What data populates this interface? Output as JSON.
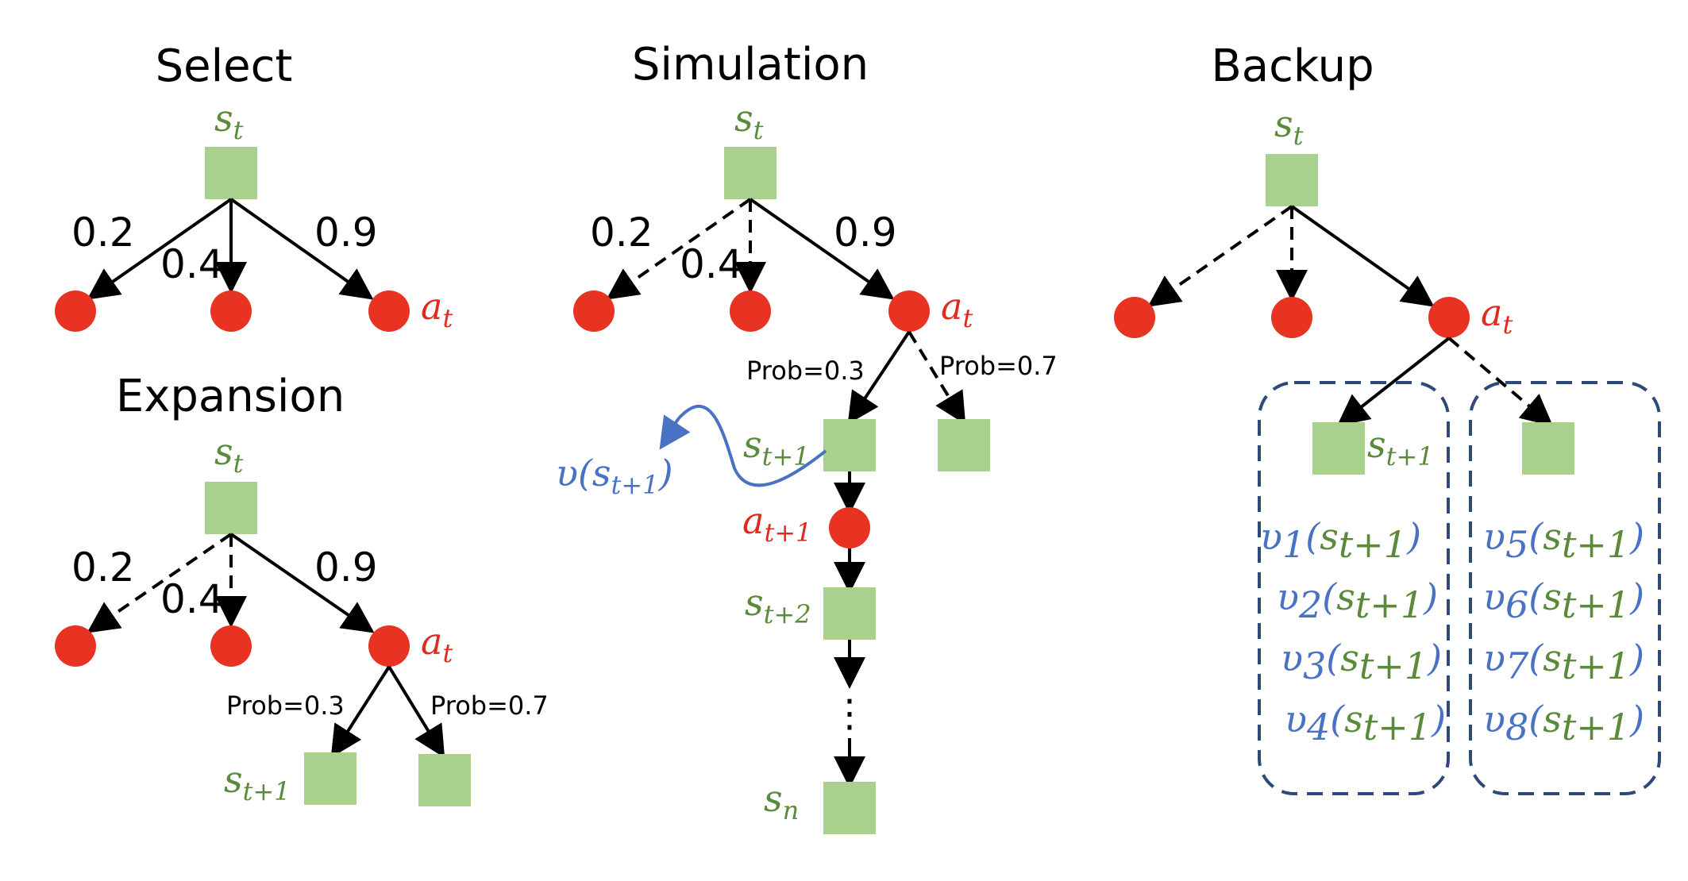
{
  "panels": {
    "select": {
      "title": "Select",
      "probs": [
        "0.2",
        "0.4",
        "0.9"
      ]
    },
    "expansion": {
      "title": "Expansion",
      "probs": [
        "0.2",
        "0.4",
        "0.9"
      ],
      "cond_probs": [
        "Prob=0.3",
        "Prob=0.7"
      ]
    },
    "simulation": {
      "title": "Simulation",
      "probs": [
        "0.2",
        "0.4",
        "0.9"
      ],
      "cond_probs": [
        "Prob=0.3",
        "Prob=0.7"
      ],
      "ellipsis": "⋮"
    },
    "backup": {
      "title": "Backup"
    }
  },
  "labels": {
    "s_t": {
      "base": "s",
      "sub": "t"
    },
    "a_t": {
      "base": "a",
      "sub": "t"
    },
    "s_t1": {
      "base": "s",
      "sub": "t+1"
    },
    "a_t1": {
      "base": "a",
      "sub": "t+1"
    },
    "s_t2": {
      "base": "s",
      "sub": "t+2"
    },
    "s_n": {
      "base": "s",
      "sub": "n"
    },
    "value": {
      "upsilon": "υ",
      "open": "(",
      "close": ")"
    },
    "backup_values_left": [
      "1",
      "2",
      "3",
      "4"
    ],
    "backup_values_right": [
      "5",
      "6",
      "7",
      "8"
    ]
  },
  "colors": {
    "state_node": "#a9d18e",
    "action_node": "#e83222",
    "state_label": "#5a8a3a",
    "action_label": "#e02a1e",
    "value_label": "#4a72c4",
    "group_box": "#2f4a7a"
  }
}
